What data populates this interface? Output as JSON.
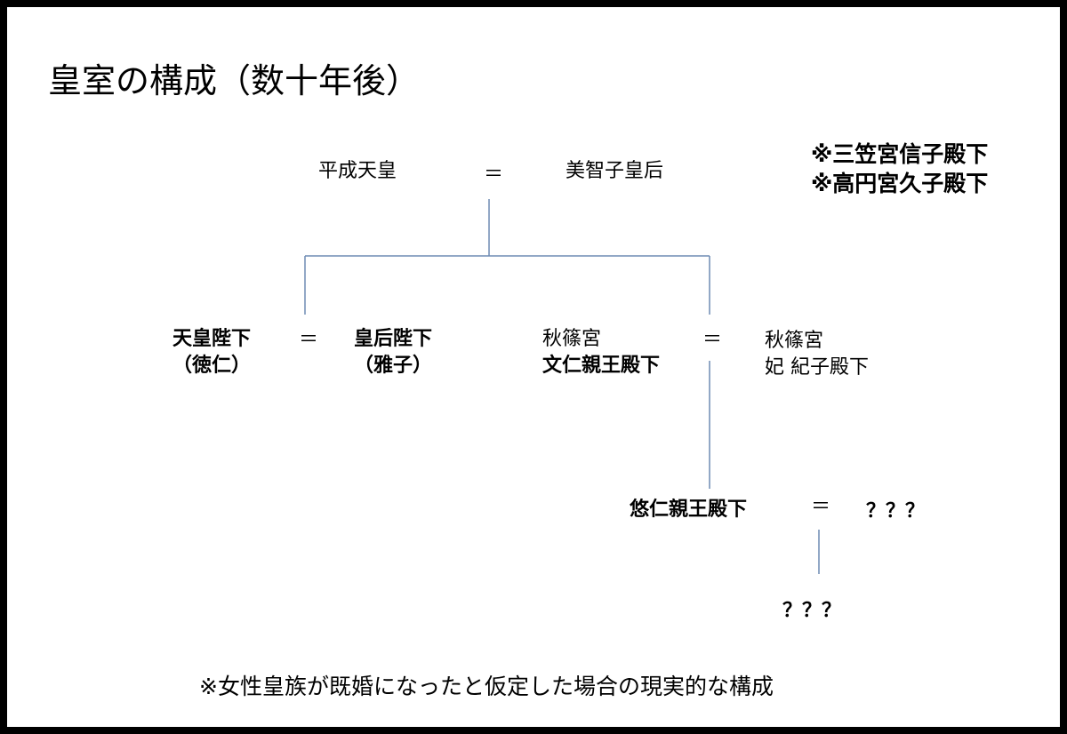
{
  "title": "皇室の構成（数十年後）",
  "gen1": {
    "emperor": "平成天皇",
    "marriage": "＝",
    "empress": "美智子皇后"
  },
  "side_note": {
    "line1": "※三笠宮信子殿下",
    "line2": "※高円宮久子殿下"
  },
  "gen2": {
    "emperor": {
      "line1": "天皇陛下",
      "line2": "（徳仁）"
    },
    "marriage1": "＝",
    "empress": {
      "line1": "皇后陛下",
      "line2": "（雅子）"
    },
    "prince": {
      "line1": "秋篠宮",
      "line2": "文仁親王殿下"
    },
    "marriage2": "＝",
    "princess": {
      "line1": "秋篠宮",
      "line2": "妃 紀子殿下"
    }
  },
  "gen3": {
    "prince": "悠仁親王殿下",
    "marriage": "＝",
    "spouse": "？？？"
  },
  "gen4": {
    "child": "？？？"
  },
  "footnote": "※女性皇族が既婚になったと仮定した場合の現実的な構成",
  "colors": {
    "line": "#6e8bb3",
    "border": "#000000",
    "background": "#ffffff"
  }
}
